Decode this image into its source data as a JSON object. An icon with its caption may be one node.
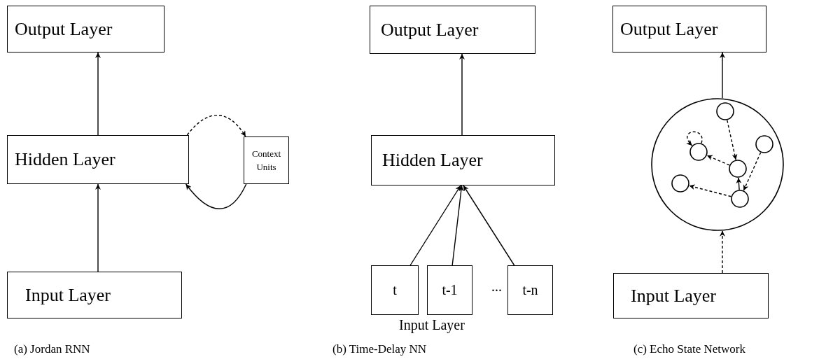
{
  "diagram": {
    "nodes": [
      {
        "text": [
          "Output Layer"
        ]
      },
      {
        "text": [
          "Hidden Layer"
        ]
      },
      {
        "text": [
          "Context Units"
        ]
      },
      {
        "text": [
          "Input Layer"
        ]
      },
      {
        "text": [
          "Output Layer"
        ]
      },
      {
        "text": [
          "Hidden Layer"
        ]
      },
      {
        "text": [
          "t"
        ]
      },
      {
        "text": [
          "t-1"
        ]
      },
      {
        "text": [
          "t-n"
        ]
      },
      {
        "text": [
          "Output Layer"
        ]
      },
      {
        "text": [],
        "shape": "circle"
      },
      {
        "text": [],
        "shape": "circle",
        "in": 10
      },
      {
        "text": [],
        "shape": "circle",
        "in": 10
      },
      {
        "text": [],
        "shape": "circle",
        "in": 10
      },
      {
        "text": [],
        "shape": "circle",
        "in": 10
      },
      {
        "text": [],
        "shape": "circle",
        "in": 10
      },
      {
        "text": [],
        "shape": "circle",
        "in": 10
      },
      {
        "text": [
          "Input Layer"
        ]
      }
    ],
    "edges": [
      {
        "from": 1,
        "to": 0,
        "arrow": "to"
      },
      {
        "from": 3,
        "to": 1,
        "arrow": "to"
      },
      {
        "from": 1,
        "to": 2,
        "arrow": "to",
        "style": "dashed"
      },
      {
        "from": 2,
        "to": 1,
        "arrow": "to"
      },
      {
        "from": 5,
        "to": 4,
        "arrow": "to"
      },
      {
        "from": 6,
        "to": 5,
        "arrow": "to"
      },
      {
        "from": 7,
        "to": 5,
        "arrow": "to"
      },
      {
        "from": 8,
        "to": 5,
        "arrow": "to"
      },
      {
        "from": 10,
        "to": 9,
        "arrow": "to"
      },
      {
        "from": 17,
        "to": 10,
        "arrow": "to",
        "style": "dashed"
      },
      {
        "from": 11,
        "to": 14,
        "arrow": "to",
        "style": "dashed"
      },
      {
        "from": 12,
        "to": 16,
        "arrow": "to",
        "style": "dashed"
      },
      {
        "from": 14,
        "to": 13,
        "arrow": "to",
        "style": "dashed"
      },
      {
        "from": 13,
        "to": 13,
        "arrow": "to",
        "style": "dashed"
      },
      {
        "from": 16,
        "to": 14,
        "arrow": "to"
      },
      {
        "from": 16,
        "to": 15,
        "arrow": "to",
        "style": "dashed"
      }
    ],
    "labels": [
      "...",
      "Input Layer",
      "(a) Jordan RNN",
      "(b) Time-Delay NN",
      "(c) Echo State Network"
    ]
  }
}
